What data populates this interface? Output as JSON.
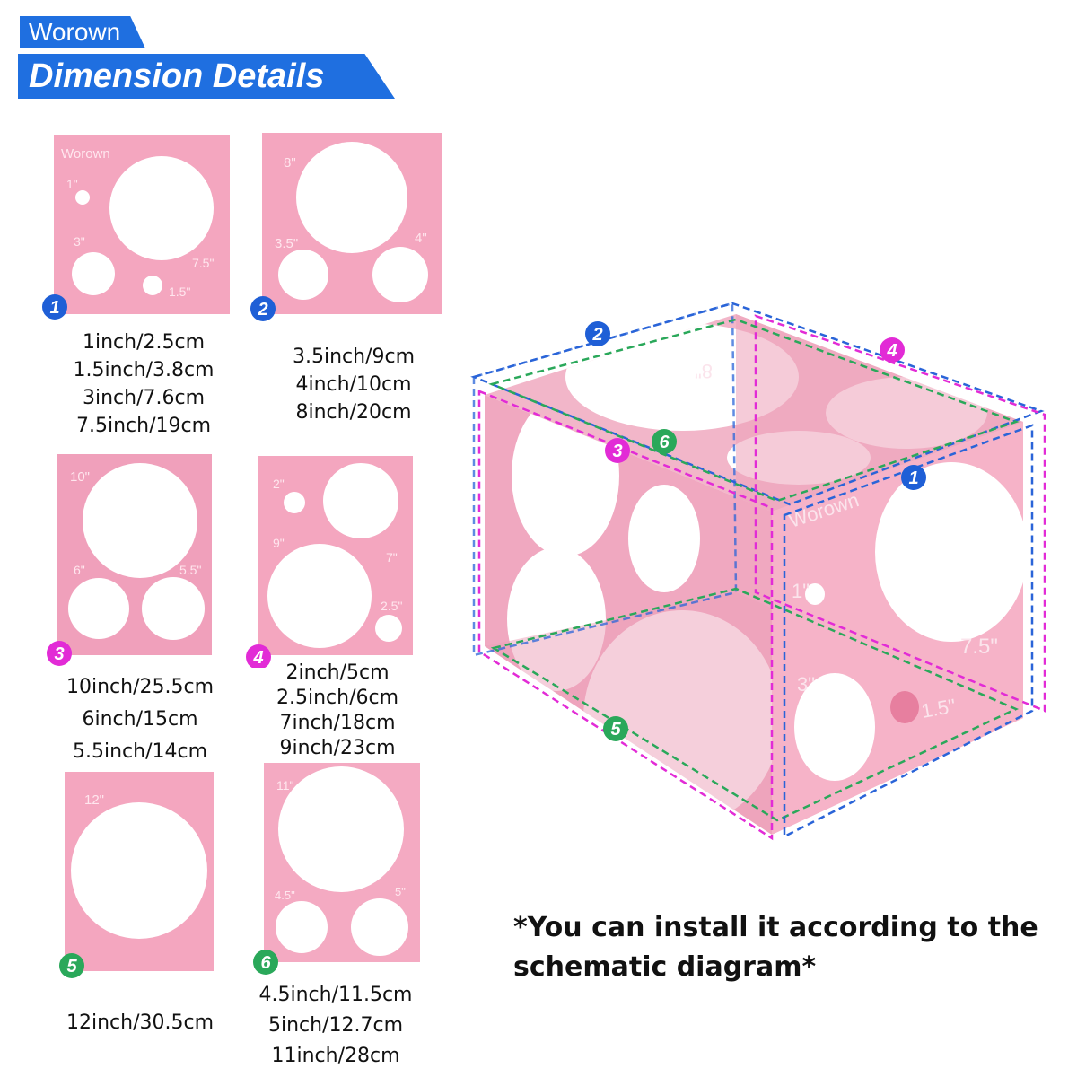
{
  "brand": "Worown",
  "title": "Dimension Details",
  "colors": {
    "accent": "#1f6fe0",
    "panel_pink": "#f4a6bf",
    "blue_badge": "#1f5fd6",
    "magenta_badge": "#e22bd6",
    "green_badge": "#2aa85a"
  },
  "panels": [
    {
      "number": "1",
      "badge_color": "#1f5fd6",
      "engraved": [
        "Worown",
        "1\"",
        "3\"",
        "7.5\"",
        "1.5\""
      ],
      "sizes": [
        "1inch/2.5cm",
        "1.5inch/3.8cm",
        "3inch/7.6cm",
        "7.5inch/19cm"
      ]
    },
    {
      "number": "2",
      "badge_color": "#1f5fd6",
      "engraved": [
        "8\"",
        "3.5\"",
        "4\""
      ],
      "sizes": [
        "3.5inch/9cm",
        "4inch/10cm",
        "8inch/20cm"
      ]
    },
    {
      "number": "3",
      "badge_color": "#e22bd6",
      "engraved": [
        "10\"",
        "6\"",
        "5.5\""
      ],
      "sizes": [
        "10inch/25.5cm",
        "6inch/15cm",
        "5.5inch/14cm"
      ]
    },
    {
      "number": "4",
      "badge_color": "#e22bd6",
      "engraved": [
        "2\"",
        "9\"",
        "7\"",
        "2.5\""
      ],
      "sizes": [
        "2inch/5cm",
        "2.5inch/6cm",
        "7inch/18cm",
        "9inch/23cm"
      ]
    },
    {
      "number": "5",
      "badge_color": "#2aa85a",
      "engraved": [
        "12\""
      ],
      "sizes": [
        "12inch/30.5cm"
      ]
    },
    {
      "number": "6",
      "badge_color": "#2aa85a",
      "engraved": [
        "11\"",
        "4.5\"",
        "5\""
      ],
      "sizes": [
        "4.5inch/11.5cm",
        "5inch/12.7cm",
        "11inch/28cm"
      ]
    }
  ],
  "cube": {
    "brand": "Worown",
    "engraved": [
      "8\"",
      "1\"",
      "3\"",
      "7.5\"",
      "1.5\""
    ],
    "labels": [
      "1",
      "2",
      "3",
      "4",
      "5",
      "6"
    ]
  },
  "note": "*You can install it according to the schematic diagram*"
}
